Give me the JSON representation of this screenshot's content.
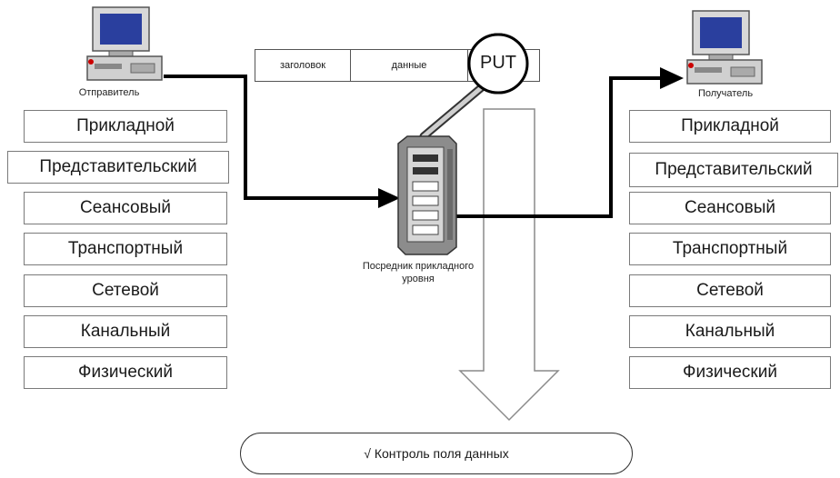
{
  "sender": {
    "label": "Отправитель",
    "layers": [
      "Прикладной",
      "Представительский",
      "Сеансовый",
      "Транспортный",
      "Сетевой",
      "Канальный",
      "Физический"
    ]
  },
  "receiver": {
    "label": "Получатель",
    "layers": [
      "Прикладной",
      "Представительский",
      "Сеансовый",
      "Транспортный",
      "Сетевой",
      "Канальный",
      "Физический"
    ]
  },
  "proxy": {
    "label_line1": "Посредник прикладного",
    "label_line2": "уровня"
  },
  "packet": {
    "header": "заголовок",
    "data": "данные",
    "inspected": "PUT"
  },
  "control": {
    "label": "√ Контроль поля данных"
  }
}
